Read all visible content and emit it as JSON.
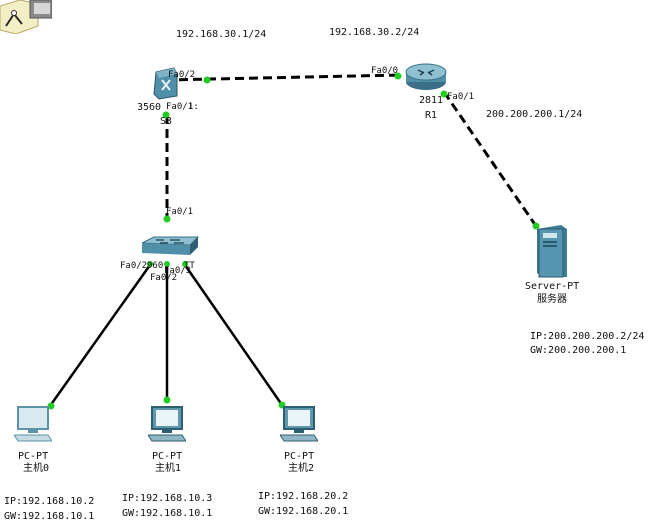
{
  "subnets": {
    "l3_link_sw": "192.168.30.1/24",
    "l3_link_r1": "192.168.30.2/24",
    "wan": "200.200.200.1/24"
  },
  "devices": {
    "sw_l3": {
      "model": "3560",
      "name": "S3",
      "port_r1": "Fa0/2",
      "port_down": "Fa0/1",
      "port_down_suffix": "1:"
    },
    "router": {
      "model": "2811",
      "name": "R1",
      "port_lan": "Fa0/0",
      "port_wan": "Fa0/1"
    },
    "sw_access": {
      "port_up": "Fa0/1",
      "label_overlap": "Fa0/2",
      "model_partial": "960",
      "port_a": "Fa0/3",
      "port_b": "Fa0/2",
      "tail": "TT"
    },
    "server": {
      "type": "Server-PT",
      "name": "服务器",
      "ip": "IP:200.200.200.2/24",
      "gw": "GW:200.200.200.1"
    },
    "pc0": {
      "type": "PC-PT",
      "name": "主机0",
      "ip": "IP:192.168.10.2",
      "gw": "GW:192.168.10.1"
    },
    "pc1": {
      "type": "PC-PT",
      "name": "主机1",
      "ip": "IP:192.168.10.3",
      "gw": "GW:192.168.10.1"
    },
    "pc2": {
      "type": "PC-PT",
      "name": "主机2",
      "ip": "IP:192.168.20.2",
      "gw": "GW:192.168.20.1"
    }
  },
  "colors": {
    "port_up": "#22cc22",
    "cable": "#000000",
    "device": "#4f8fa8"
  }
}
